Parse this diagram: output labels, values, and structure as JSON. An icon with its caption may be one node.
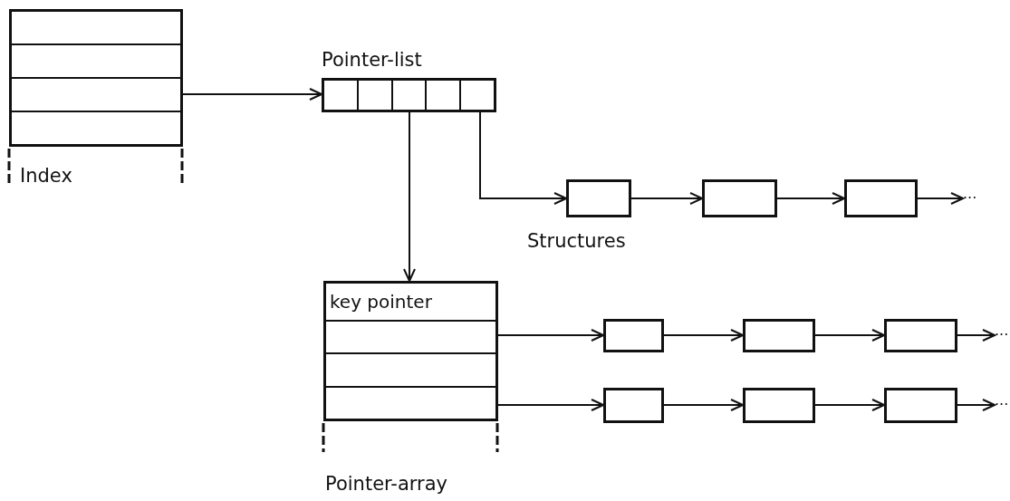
{
  "diagram": {
    "nodes": [
      {
        "text": [
          "Index"
        ]
      },
      {
        "text": [
          "Pointer-list"
        ]
      },
      {
        "text": [
          "key pointer",
          "Pointer-array"
        ]
      },
      {
        "text": [],
        "shape": "box"
      },
      {
        "text": [],
        "shape": "box"
      },
      {
        "text": [],
        "shape": "box"
      },
      {
        "text": [],
        "shape": "box"
      },
      {
        "text": [],
        "shape": "box"
      },
      {
        "text": [],
        "shape": "box"
      },
      {
        "text": [],
        "shape": "box"
      },
      {
        "text": [],
        "shape": "box"
      },
      {
        "text": [],
        "shape": "box"
      },
      {
        "text": [
          "···"
        ]
      },
      {
        "text": [
          "···"
        ]
      },
      {
        "text": [
          "···"
        ]
      }
    ],
    "edges": [
      {
        "from": 0,
        "to": 1,
        "arrow": "to"
      },
      {
        "from": 1,
        "to": 2,
        "arrow": "to"
      },
      {
        "from": 1,
        "to": 3,
        "arrow": "to"
      },
      {
        "from": 3,
        "to": 4,
        "arrow": "to"
      },
      {
        "from": 4,
        "to": 5,
        "arrow": "to"
      },
      {
        "from": 5,
        "to": 12,
        "arrow": "to"
      },
      {
        "from": 2,
        "to": 6,
        "arrow": "to"
      },
      {
        "from": 6,
        "to": 7,
        "arrow": "to"
      },
      {
        "from": 7,
        "to": 8,
        "arrow": "to"
      },
      {
        "from": 8,
        "to": 13,
        "arrow": "to"
      },
      {
        "from": 2,
        "to": 9,
        "arrow": "to"
      },
      {
        "from": 9,
        "to": 10,
        "arrow": "to"
      },
      {
        "from": 10,
        "to": 11,
        "arrow": "to"
      },
      {
        "from": 11,
        "to": 14,
        "arrow": "to"
      }
    ],
    "labels": [
      "Structures"
    ]
  }
}
